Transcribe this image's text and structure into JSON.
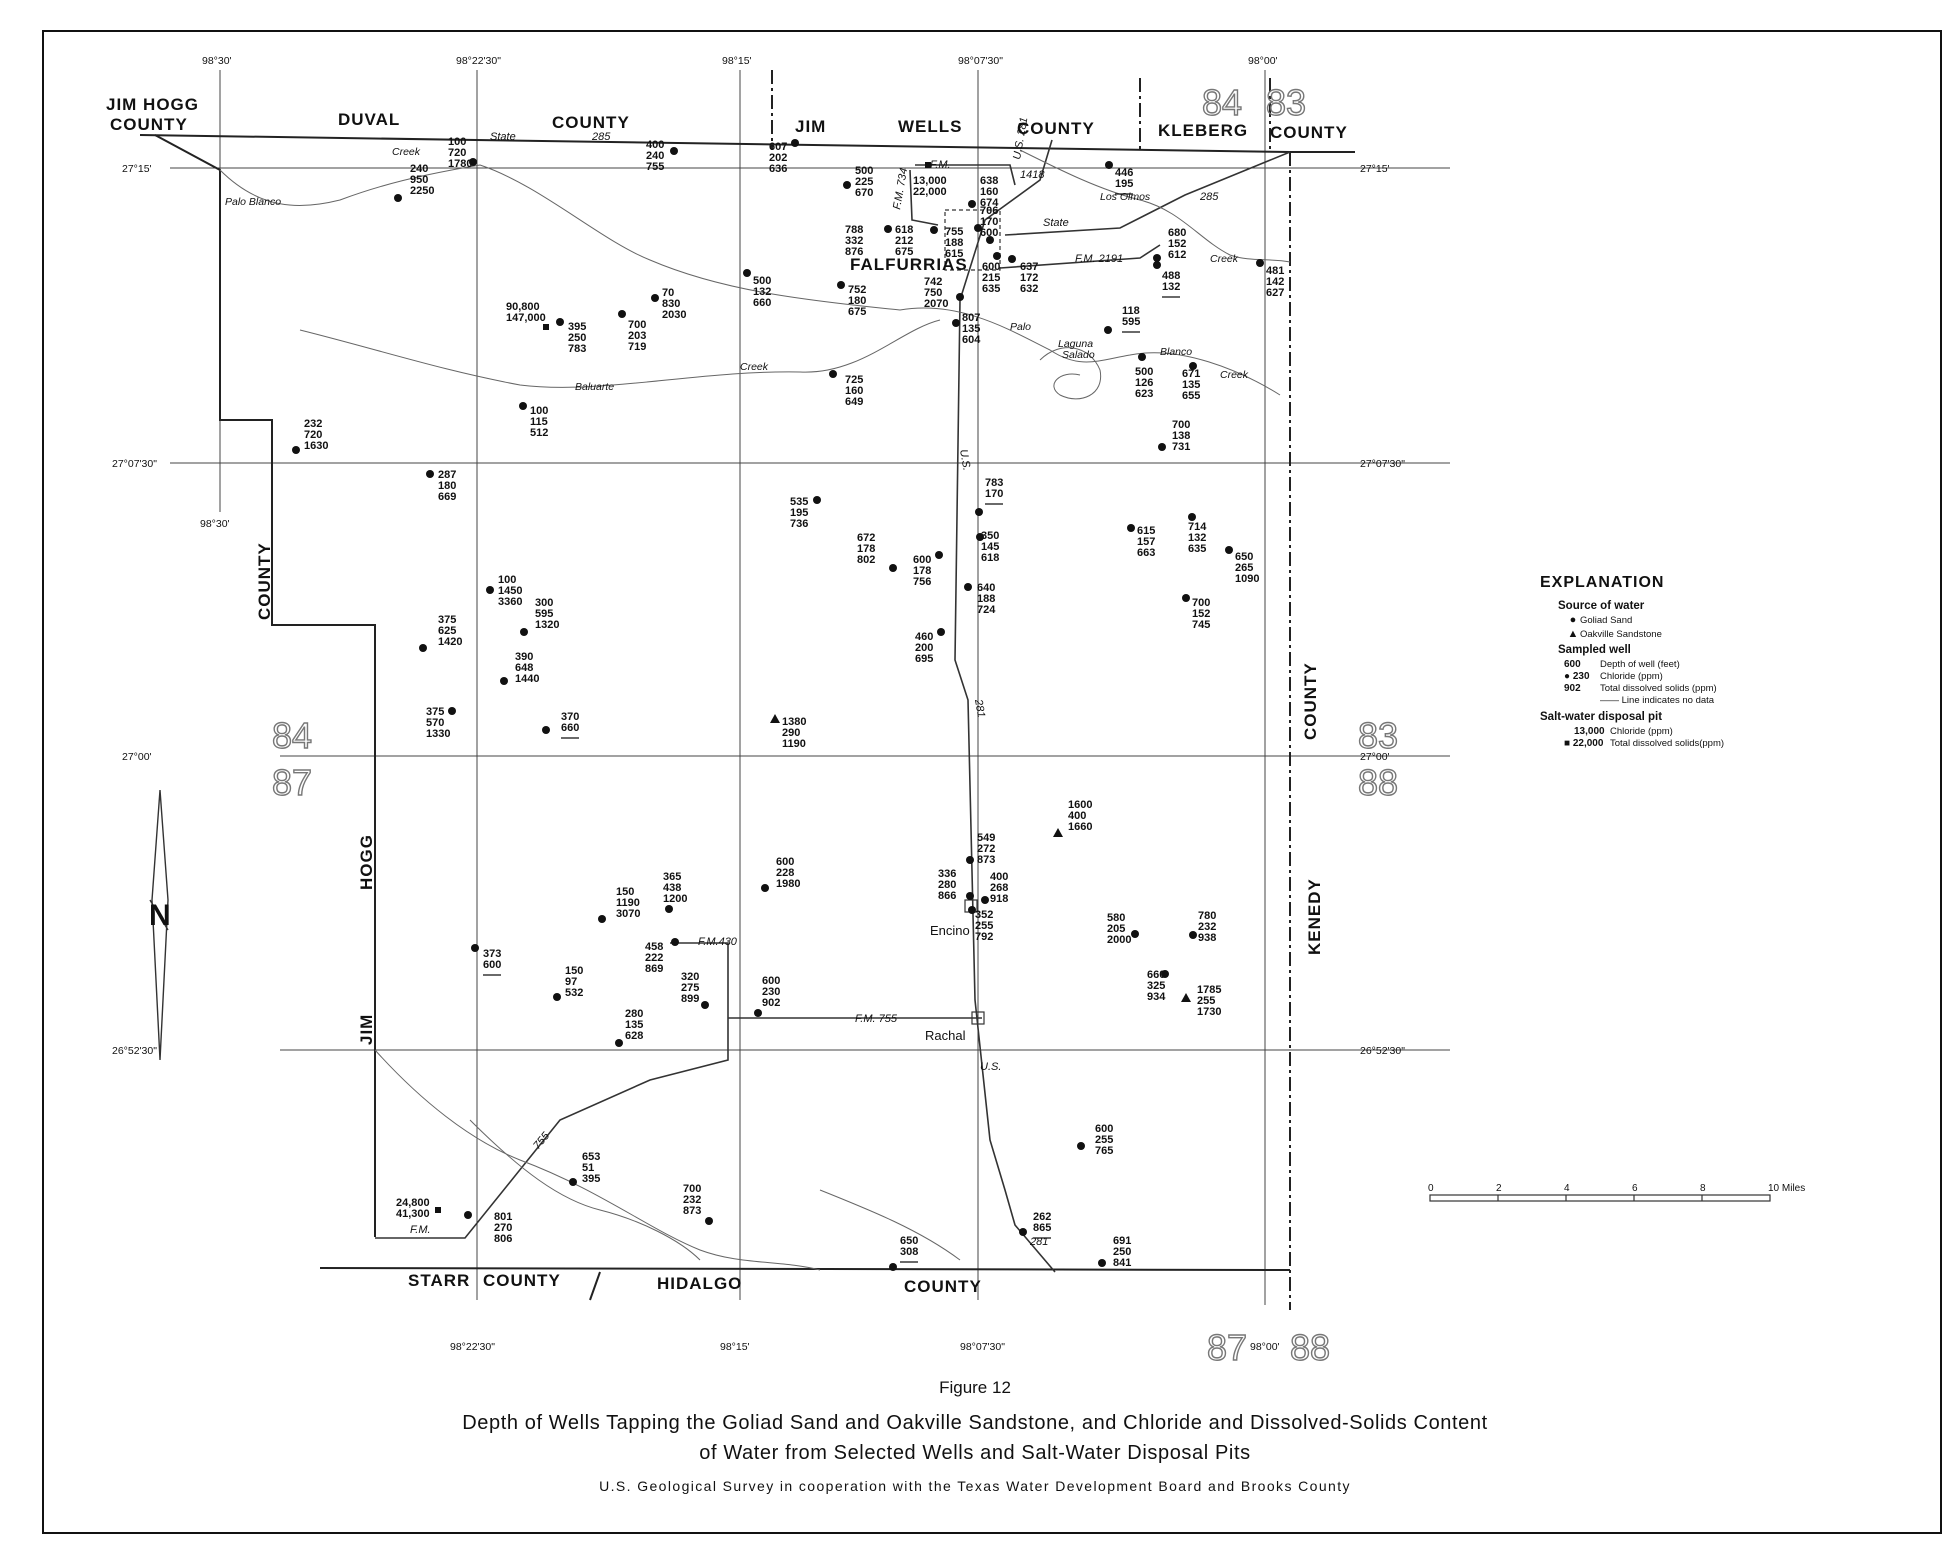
{
  "counties": [
    {
      "id": "jim-hogg-county-north",
      "text": "JIM HOGG"
    },
    {
      "id": "jim-hogg-county-north-2",
      "text": "COUNTY"
    },
    {
      "id": "duval",
      "text": "DUVAL"
    },
    {
      "id": "duval-county",
      "text": "COUNTY"
    },
    {
      "id": "jim-wells-1",
      "text": "JIM"
    },
    {
      "id": "jim-wells-2",
      "text": "WELLS"
    },
    {
      "id": "jim-wells-county",
      "text": "COUNTY"
    },
    {
      "id": "kleberg",
      "text": "KLEBERG"
    },
    {
      "id": "kleberg-county",
      "text": "COUNTY"
    },
    {
      "id": "west-county",
      "text": "COUNTY"
    },
    {
      "id": "west-hogg",
      "text": "HOGG"
    },
    {
      "id": "west-jim",
      "text": "JIM"
    },
    {
      "id": "east-county",
      "text": "COUNTY"
    },
    {
      "id": "east-kenedy",
      "text": "KENEDY"
    },
    {
      "id": "starr",
      "text": "STARR"
    },
    {
      "id": "starr-county",
      "text": "COUNTY"
    },
    {
      "id": "hidalgo",
      "text": "HIDALGO"
    },
    {
      "id": "hidalgo-county",
      "text": "COUNTY"
    }
  ],
  "coordinates": {
    "lon_top": [
      "98°30'",
      "98°22'30\"",
      "98°15'",
      "98°07'30\"",
      "98°00'"
    ],
    "lon_bottom": [
      "98°22'30\"",
      "98°15'",
      "98°07'30\"",
      "98°00'"
    ],
    "lon_left_mid": "98°30'",
    "lat_left": [
      "27°15'",
      "27°07'30\"",
      "27°00'",
      "26°52'30\""
    ],
    "lat_right": [
      "27°15'",
      "27°07'30\"",
      "27°00'",
      "26°52'30\""
    ]
  },
  "quads": {
    "top_left": "84",
    "top_right": "83",
    "mid_left_top": "84",
    "mid_left_bottom": "87",
    "mid_right_top": "83",
    "mid_right_bottom": "88",
    "bottom_left": "87",
    "bottom_right": "88"
  },
  "towns": {
    "falfurrias": "FALFURRIAS",
    "encino": "Encino",
    "rachal": "Rachal"
  },
  "roads": {
    "state_285_a": "State",
    "state_285_b": "285",
    "fm_734": "F.M. 734",
    "fm": "F.M.",
    "us_281_top": "U.S. 281",
    "us_141": "1418",
    "state_285_east": "State",
    "state_285_east_num": "285",
    "fm_2191": "F.M. 2191",
    "us_281_mid": "U.S.",
    "us_281_mid_num": "281",
    "fm_430": "F.M.430",
    "fm_755": "F.M. 755",
    "us_bottom": "U.S.",
    "us_bottom_num": "281",
    "fm_755_sw": "755",
    "fm_sw": "F.M."
  },
  "streams": {
    "palo_blanco": "Palo Blanco",
    "creek1": "Creek",
    "creek2": "Creek",
    "baluarte": "Baluarte",
    "los_olmos": "Los Olmos",
    "creek3": "Creek",
    "palo": "Palo",
    "blanco": "Blanco",
    "laguna": "Laguna",
    "salada": "Salado",
    "creek4": "Creek"
  },
  "wells": [
    {
      "t": "g",
      "l": [
        "100",
        "720",
        "1780"
      ]
    },
    {
      "t": "g",
      "l": [
        "240",
        "950",
        "2250"
      ]
    },
    {
      "t": "g",
      "l": [
        "400",
        "240",
        "755"
      ]
    },
    {
      "t": "g",
      "l": [
        "607",
        "202",
        "636"
      ]
    },
    {
      "t": "g",
      "l": [
        "500",
        "225",
        "670"
      ]
    },
    {
      "t": "g",
      "l": [
        "638",
        "160",
        "674"
      ]
    },
    {
      "t": "g",
      "l": [
        "706",
        "170",
        "600"
      ]
    },
    {
      "t": "g",
      "l": [
        "446",
        "195"
      ]
    },
    {
      "t": "g",
      "l": [
        "788",
        "332",
        "876"
      ]
    },
    {
      "t": "g",
      "l": [
        "618",
        "212",
        "675"
      ]
    },
    {
      "t": "g",
      "l": [
        "755",
        "188",
        "615"
      ]
    },
    {
      "t": "g",
      "l": [
        "680",
        "152",
        "612"
      ]
    },
    {
      "t": "g",
      "l": [
        "600",
        "215",
        "635"
      ]
    },
    {
      "t": "g",
      "l": [
        "637",
        "172",
        "632"
      ]
    },
    {
      "t": "g",
      "l": [
        "488",
        "132"
      ]
    },
    {
      "t": "g",
      "l": [
        "481",
        "142",
        "627"
      ]
    },
    {
      "t": "g",
      "l": [
        "500",
        "132",
        "660"
      ]
    },
    {
      "t": "g",
      "l": [
        "752",
        "180",
        "675"
      ]
    },
    {
      "t": "g",
      "l": [
        "742",
        "750",
        "2070"
      ]
    },
    {
      "t": "g",
      "l": [
        "70",
        "830",
        "2030"
      ]
    },
    {
      "t": "g",
      "l": [
        "395",
        "250",
        "783"
      ]
    },
    {
      "t": "g",
      "l": [
        "700",
        "203",
        "719"
      ]
    },
    {
      "t": "g",
      "l": [
        "807",
        "135",
        "604"
      ]
    },
    {
      "t": "g",
      "l": [
        "118",
        "595"
      ]
    },
    {
      "t": "g",
      "l": [
        "725",
        "160",
        "649"
      ]
    },
    {
      "t": "g",
      "l": [
        "500",
        "126",
        "623"
      ]
    },
    {
      "t": "g",
      "l": [
        "671",
        "135",
        "655"
      ]
    },
    {
      "t": "g",
      "l": [
        "100",
        "115",
        "512"
      ]
    },
    {
      "t": "g",
      "l": [
        "232",
        "720",
        "1630"
      ]
    },
    {
      "t": "g",
      "l": [
        "700",
        "138",
        "731"
      ]
    },
    {
      "t": "g",
      "l": [
        "287",
        "180",
        "669"
      ]
    },
    {
      "t": "g",
      "l": [
        "783",
        "170"
      ]
    },
    {
      "t": "g",
      "l": [
        "535",
        "195",
        "736"
      ]
    },
    {
      "t": "g",
      "l": [
        "672",
        "178",
        "802"
      ]
    },
    {
      "t": "g",
      "l": [
        "350",
        "145",
        "618"
      ]
    },
    {
      "t": "g",
      "l": [
        "600",
        "178",
        "756"
      ]
    },
    {
      "t": "g",
      "l": [
        "615",
        "157",
        "663"
      ]
    },
    {
      "t": "g",
      "l": [
        "714",
        "132",
        "635"
      ]
    },
    {
      "t": "g",
      "l": [
        "650",
        "265",
        "1090"
      ]
    },
    {
      "t": "g",
      "l": [
        "100",
        "1450",
        "3360"
      ]
    },
    {
      "t": "g",
      "l": [
        "640",
        "188",
        "724"
      ]
    },
    {
      "t": "g",
      "l": [
        "700",
        "152",
        "745"
      ]
    },
    {
      "t": "g",
      "l": [
        "375",
        "625",
        "1420"
      ]
    },
    {
      "t": "g",
      "l": [
        "300",
        "595",
        "1320"
      ]
    },
    {
      "t": "g",
      "l": [
        "460",
        "200",
        "695"
      ]
    },
    {
      "t": "g",
      "l": [
        "390",
        "648",
        "1440"
      ]
    },
    {
      "t": "g",
      "l": [
        "375",
        "570",
        "1330"
      ]
    },
    {
      "t": "g",
      "l": [
        "370",
        "660"
      ]
    },
    {
      "t": "o",
      "l": [
        "1380",
        "290",
        "1190"
      ]
    },
    {
      "t": "o",
      "l": [
        "1600",
        "400",
        "1660"
      ]
    },
    {
      "t": "g",
      "l": [
        "549",
        "272",
        "873"
      ]
    },
    {
      "t": "g",
      "l": [
        "600",
        "228",
        "1980"
      ]
    },
    {
      "t": "g",
      "l": [
        "365",
        "438",
        "1200"
      ]
    },
    {
      "t": "g",
      "l": [
        "336",
        "280",
        "866"
      ]
    },
    {
      "t": "g",
      "l": [
        "400",
        "268",
        "918"
      ]
    },
    {
      "t": "g",
      "l": [
        "150",
        "1190",
        "3070"
      ]
    },
    {
      "t": "g",
      "l": [
        "352",
        "255",
        "792"
      ]
    },
    {
      "t": "g",
      "l": [
        "580",
        "205",
        "2000"
      ]
    },
    {
      "t": "g",
      "l": [
        "780",
        "232",
        "938"
      ]
    },
    {
      "t": "g",
      "l": [
        "373",
        "600"
      ]
    },
    {
      "t": "g",
      "l": [
        "458",
        "222",
        "869"
      ]
    },
    {
      "t": "g",
      "l": [
        "150",
        "97",
        "532"
      ]
    },
    {
      "t": "g",
      "l": [
        "320",
        "275",
        "899"
      ]
    },
    {
      "t": "g",
      "l": [
        "600",
        "230",
        "902"
      ]
    },
    {
      "t": "g",
      "l": [
        "660",
        "325",
        "934"
      ]
    },
    {
      "t": "o",
      "l": [
        "1785",
        "255",
        "1730"
      ]
    },
    {
      "t": "g",
      "l": [
        "280",
        "135",
        "628"
      ]
    },
    {
      "t": "g",
      "l": [
        "600",
        "255",
        "765"
      ]
    },
    {
      "t": "g",
      "l": [
        "653",
        "51",
        "395"
      ]
    },
    {
      "t": "g",
      "l": [
        "700",
        "232",
        "873"
      ]
    },
    {
      "t": "g",
      "l": [
        "801",
        "270",
        "806"
      ]
    },
    {
      "t": "g",
      "l": [
        "262",
        "865"
      ]
    },
    {
      "t": "g",
      "l": [
        "650",
        "308"
      ]
    },
    {
      "t": "g",
      "l": [
        "691",
        "250",
        "841"
      ]
    }
  ],
  "pits": [
    {
      "l": [
        "90,800",
        "147,000"
      ]
    },
    {
      "l": [
        "13,000",
        "22,000"
      ]
    },
    {
      "l": [
        "24,800",
        "41,300"
      ]
    }
  ],
  "scale": {
    "ticks": [
      "0",
      "2",
      "4",
      "6",
      "8",
      "10 Miles"
    ]
  },
  "legend": {
    "title": "EXPLANATION",
    "source_heading": "Source of water",
    "goliad": "Goliad Sand",
    "oakville": "Oakville Sandstone",
    "sampled_heading": "Sampled well",
    "ex_depth": "600",
    "ex_chloride": "230",
    "ex_tds": "902",
    "depth_desc": "Depth of well (feet)",
    "chloride_desc": "Chloride (ppm)",
    "tds_desc": "Total dissolved solids (ppm)",
    "nodata_desc": "Line indicates no data",
    "pit_heading": "Salt-water disposal pit",
    "pit_chloride": "13,000",
    "pit_tds": "22,000",
    "pit_chloride_desc": "Chloride (ppm)",
    "pit_tds_desc": "Total dissolved solids(ppm)"
  },
  "caption": {
    "figure": "Figure 12",
    "title_line1": "Depth of Wells Tapping the Goliad Sand and Oakville Sandstone, and Chloride and Dissolved-Solids Content",
    "title_line2": "of Water from Selected Wells and Salt-Water Disposal Pits",
    "credit": "U.S. Geological Survey in cooperation with the Texas Water Development Board and Brooks County"
  }
}
